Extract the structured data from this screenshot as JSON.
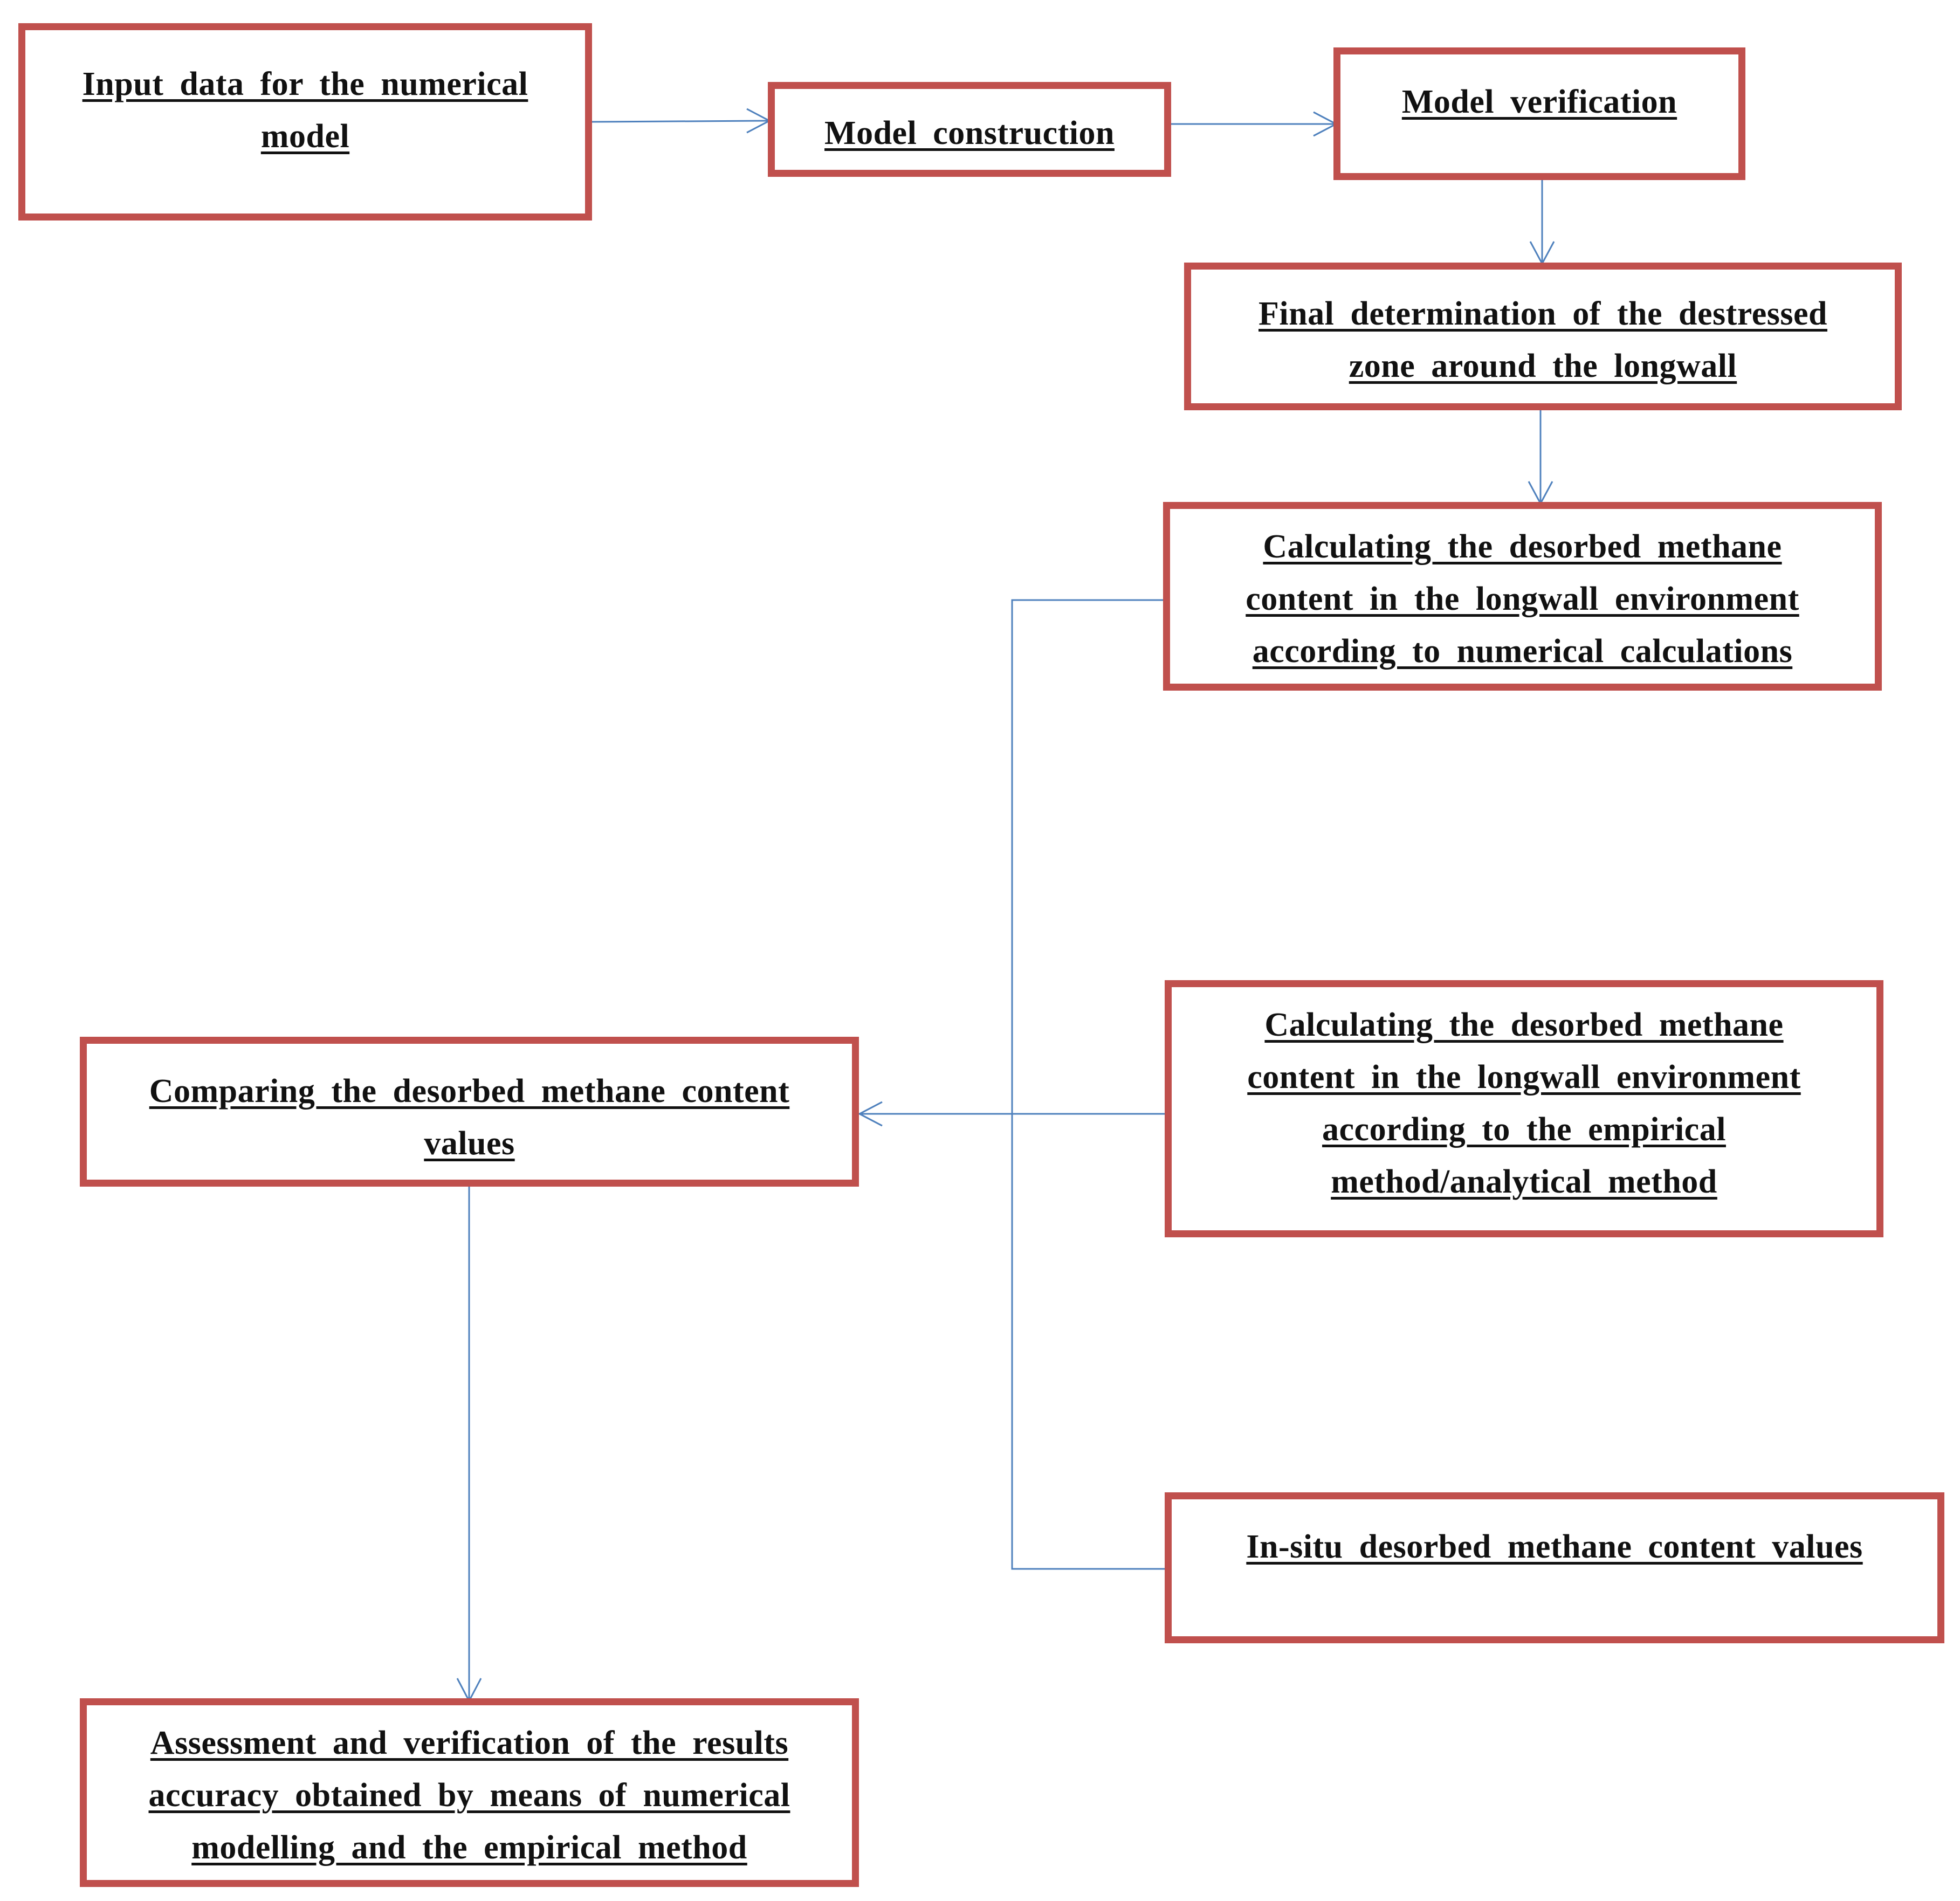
{
  "diagram": {
    "colors": {
      "box_border": "#c0504d",
      "connector": "#4f81bd",
      "text": "#111111",
      "background": "#ffffff"
    },
    "nodes": {
      "input_data": {
        "label": "Input  data  for  the numerical\nmodel"
      },
      "model_construction": {
        "label": "Model  construction"
      },
      "model_verification": {
        "label": "Model  verification"
      },
      "final_determination": {
        "label": "Final  determination  of the destressed\nzone around  the longwall"
      },
      "calc_numerical": {
        "label": "Calculating  the desorbed  methane\ncontent  in  the longwall  environment\naccording  to numerical  calculations"
      },
      "calc_empirical": {
        "label": "Calculating  the desorbed  methane\ncontent  in  the longwall  environment\naccording  to the empirical\nmethod/analytical  method"
      },
      "comparing": {
        "label": "Comparing  the desorbed  methane  content\nvalues"
      },
      "in_situ": {
        "label": "In-situ  desorbed  methane  content  values"
      },
      "assessment": {
        "label": "Assessment  and  verification  of the results\naccuracy  obtained  by means  of numerical\nmodelling  and the empirical  method"
      }
    },
    "edges": [
      {
        "from": "input_data",
        "to": "model_construction"
      },
      {
        "from": "model_construction",
        "to": "model_verification"
      },
      {
        "from": "model_verification",
        "to": "final_determination"
      },
      {
        "from": "final_determination",
        "to": "calc_numerical"
      },
      {
        "from": "calc_numerical",
        "to": "comparing"
      },
      {
        "from": "calc_empirical",
        "to": "comparing"
      },
      {
        "from": "in_situ",
        "to": "comparing"
      },
      {
        "from": "comparing",
        "to": "assessment"
      }
    ]
  }
}
